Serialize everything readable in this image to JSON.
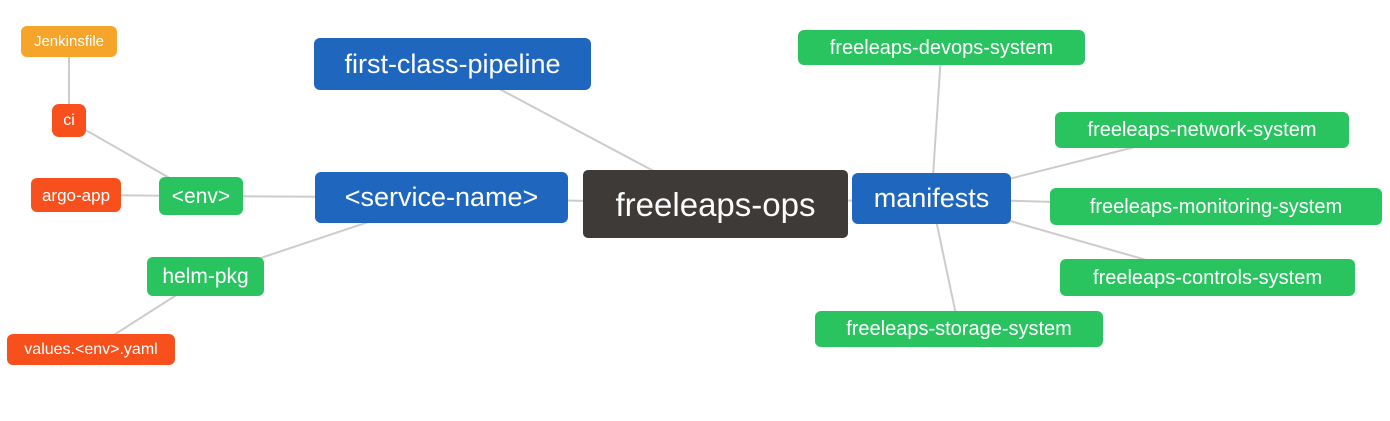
{
  "diagram": {
    "type": "mindmap",
    "root_label": "freeleaps-ops",
    "edge_color": "#cccccc",
    "palette": {
      "blue": "#1f66bf",
      "green": "#29c45f",
      "red": "#f8501c",
      "orange": "#f7a42a",
      "dark": "#3d3a38",
      "node_text": "#ffffff"
    },
    "nodes": [
      {
        "id": "jenkinsfile",
        "label": "Jenkinsfile",
        "color_key": "orange"
      },
      {
        "id": "ci",
        "label": "ci",
        "color_key": "red"
      },
      {
        "id": "argo-app",
        "label": "argo-app",
        "color_key": "red"
      },
      {
        "id": "env",
        "label": "<env>",
        "color_key": "green"
      },
      {
        "id": "first-class-pipeline",
        "label": "first-class-pipeline",
        "color_key": "blue"
      },
      {
        "id": "service-name",
        "label": "<service-name>",
        "color_key": "blue"
      },
      {
        "id": "freeleaps-ops",
        "label": "freeleaps-ops",
        "color_key": "dark"
      },
      {
        "id": "manifests",
        "label": "manifests",
        "color_key": "blue"
      },
      {
        "id": "freeleaps-devops-system",
        "label": "freeleaps-devops-system",
        "color_key": "green"
      },
      {
        "id": "freeleaps-network-system",
        "label": "freeleaps-network-system",
        "color_key": "green"
      },
      {
        "id": "freeleaps-monitoring-system",
        "label": "freeleaps-monitoring-system",
        "color_key": "green"
      },
      {
        "id": "freeleaps-controls-system",
        "label": "freeleaps-controls-system",
        "color_key": "green"
      },
      {
        "id": "freeleaps-storage-system",
        "label": "freeleaps-storage-system",
        "color_key": "green"
      },
      {
        "id": "helm-pkg",
        "label": "helm-pkg",
        "color_key": "green"
      },
      {
        "id": "values-env-yaml",
        "label": "values.<env>.yaml",
        "color_key": "red"
      }
    ],
    "edges": [
      [
        "jenkinsfile",
        "ci"
      ],
      [
        "ci",
        "env"
      ],
      [
        "argo-app",
        "env"
      ],
      [
        "env",
        "service-name"
      ],
      [
        "helm-pkg",
        "service-name"
      ],
      [
        "values-env-yaml",
        "helm-pkg"
      ],
      [
        "first-class-pipeline",
        "freeleaps-ops"
      ],
      [
        "service-name",
        "freeleaps-ops"
      ],
      [
        "freeleaps-ops",
        "manifests"
      ],
      [
        "manifests",
        "freeleaps-devops-system"
      ],
      [
        "manifests",
        "freeleaps-network-system"
      ],
      [
        "manifests",
        "freeleaps-monitoring-system"
      ],
      [
        "manifests",
        "freeleaps-controls-system"
      ],
      [
        "manifests",
        "freeleaps-storage-system"
      ]
    ]
  }
}
